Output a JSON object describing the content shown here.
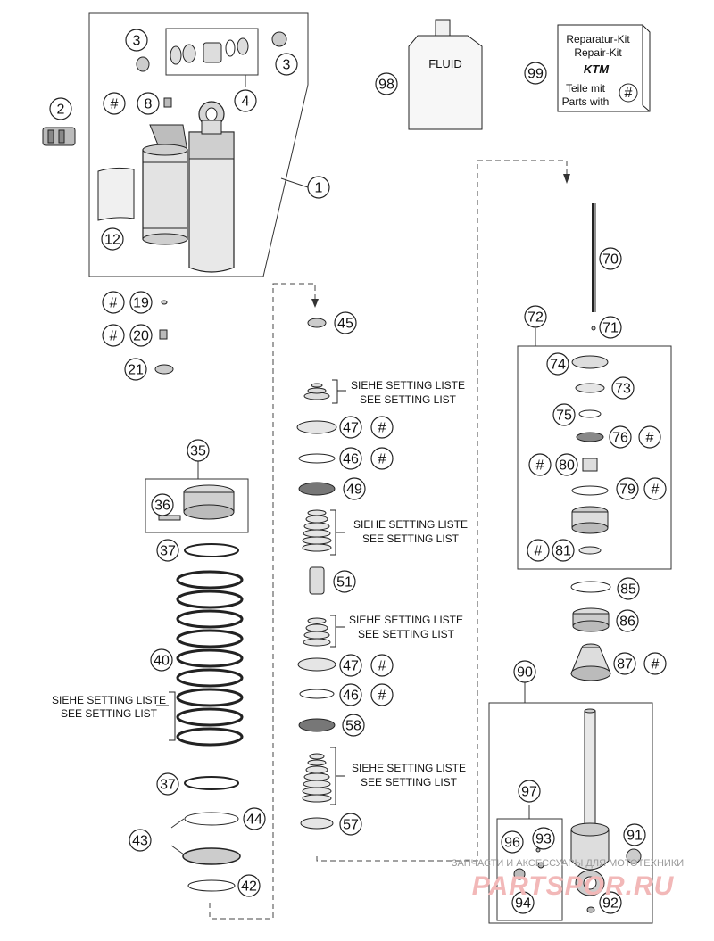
{
  "labels": {
    "n1": "1",
    "n2": "2",
    "n3a": "3",
    "n3b": "3",
    "n4": "4",
    "n8": "8",
    "n12": "12",
    "n19": "19",
    "n20": "20",
    "n21": "21",
    "n35": "35",
    "n36": "36",
    "n37a": "37",
    "n37b": "37",
    "n40": "40",
    "n42": "42",
    "n43": "43",
    "n44": "44",
    "n45": "45",
    "n46a": "46",
    "n46b": "46",
    "n47a": "47",
    "n47b": "47",
    "n49": "49",
    "n51": "51",
    "n57": "57",
    "n58": "58",
    "n70": "70",
    "n71": "71",
    "n72": "72",
    "n73": "73",
    "n74": "74",
    "n75": "75",
    "n76": "76",
    "n79": "79",
    "n80": "80",
    "n81": "81",
    "n85": "85",
    "n86": "86",
    "n87": "87",
    "n90": "90",
    "n91": "91",
    "n92": "92",
    "n93": "93",
    "n94": "94",
    "n96": "96",
    "n97": "97",
    "n98": "98",
    "n99": "99",
    "hash": "#"
  },
  "setting_note": {
    "de": "SIEHE SETTING LISTE",
    "en": "SEE SETTING LIST"
  },
  "fluid_label": "FLUID",
  "repair_kit": {
    "line1": "Reparatur-Kit",
    "line2": "Repair-Kit",
    "logo": "KTM",
    "line3": "Teile mit",
    "line4": "Parts with",
    "symbol": "#"
  },
  "watermark": {
    "top": "ЗАПЧАСТИ И АКСЕССУАРЫ ДЛЯ МОТОТЕХНИКИ",
    "brand": "PARTSPOR.RU"
  }
}
